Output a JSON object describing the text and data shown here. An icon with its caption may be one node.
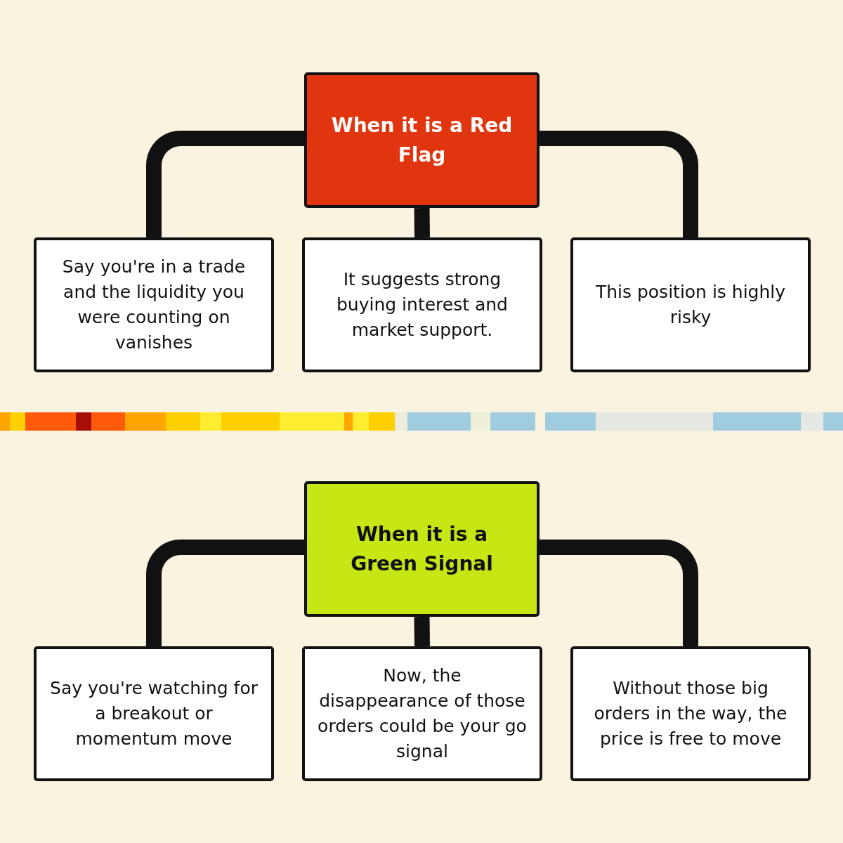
{
  "diagram": {
    "nodes": [
      {
        "text": [
          "When it is a Red Flag"
        ]
      },
      {
        "text": [
          "Say you're in a trade and the liquidity you were counting on vanishes"
        ]
      },
      {
        "text": [
          "It suggests strong buying interest and market support."
        ]
      },
      {
        "text": [
          "This position is highly risky"
        ]
      },
      {
        "text": [
          "When it is a Green Signal"
        ]
      },
      {
        "text": [
          "Say you're watching for a breakout or momentum move"
        ]
      },
      {
        "text": [
          "Now, the disappearance of those orders could be your go signal"
        ]
      },
      {
        "text": [
          "Without those big orders in the way, the price is free to move"
        ]
      }
    ],
    "edges": [
      {
        "from": 0,
        "to": 1,
        "arrow": "none"
      },
      {
        "from": 0,
        "to": 2,
        "arrow": "none"
      },
      {
        "from": 0,
        "to": 3,
        "arrow": "none"
      },
      {
        "from": 4,
        "to": 5,
        "arrow": "none"
      },
      {
        "from": 4,
        "to": 6,
        "arrow": "none"
      },
      {
        "from": 4,
        "to": 7,
        "arrow": "none"
      }
    ]
  }
}
